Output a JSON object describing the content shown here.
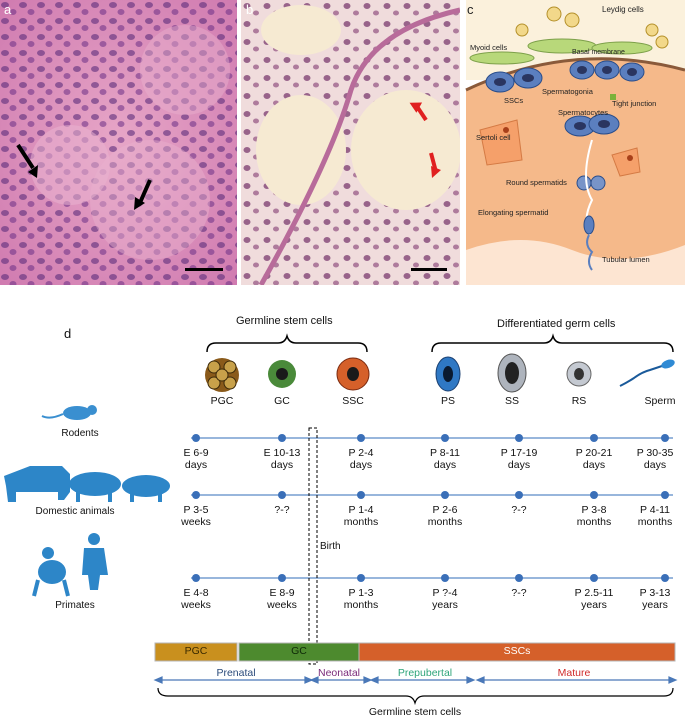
{
  "panels": {
    "a": {
      "letter": "a"
    },
    "b": {
      "letter": "b"
    },
    "c": {
      "letter": "c",
      "labels": {
        "leydig": "Leydig cells",
        "myoid": "Myoid cells",
        "basal": "Basal membrane",
        "sscs": "SSCs",
        "spermatogonia": "Spermatogonia",
        "tight": "Tight junction",
        "spermatocytes": "Spermatocytes",
        "sertoli": "Sertoli cell",
        "round": "Round spermatids",
        "elongating": "Elongating spermatid",
        "lumen": "Tubular lumen"
      }
    },
    "d": {
      "letter": "d",
      "group_left": "Germline stem cells",
      "group_right": "Differentiated germ cells",
      "cells": [
        "PGC",
        "GC",
        "SSC",
        "PS",
        "SS",
        "RS",
        "Sperm"
      ],
      "species": [
        "Rodents",
        "Domestic animals",
        "Primates"
      ],
      "rows": [
        [
          {
            "v": "E 6-9",
            "u": "days"
          },
          {
            "v": "E 10-13",
            "u": "days"
          },
          {
            "v": "P 2-4",
            "u": "days"
          },
          {
            "v": "P 8-11",
            "u": "days"
          },
          {
            "v": "P 17-19",
            "u": "days"
          },
          {
            "v": "P 20-21",
            "u": "days"
          },
          {
            "v": "P 30-35",
            "u": "days"
          }
        ],
        [
          {
            "v": "P 3-5",
            "u": "weeks"
          },
          {
            "v": "?-?",
            "u": ""
          },
          {
            "v": "P 1-4",
            "u": "months"
          },
          {
            "v": "P 2-6",
            "u": "months"
          },
          {
            "v": "?-?",
            "u": ""
          },
          {
            "v": "P 3-8",
            "u": "months"
          },
          {
            "v": "P 4-11",
            "u": "months"
          }
        ],
        [
          {
            "v": "E 4-8",
            "u": "weeks"
          },
          {
            "v": "E 8-9",
            "u": "weeks"
          },
          {
            "v": "P 1-3",
            "u": "months"
          },
          {
            "v": "P ?-4",
            "u": "years"
          },
          {
            "v": "?-?",
            "u": ""
          },
          {
            "v": "P 2.5-11",
            "u": "years"
          },
          {
            "v": "P 3-13",
            "u": "years"
          }
        ]
      ],
      "birth": "Birth",
      "bars": [
        "PGC",
        "GC",
        "SSCs"
      ],
      "phases": [
        "Prenatal",
        "Neonatal",
        "Prepubertal",
        "Mature"
      ],
      "bottom": "Germline stem cells"
    }
  }
}
